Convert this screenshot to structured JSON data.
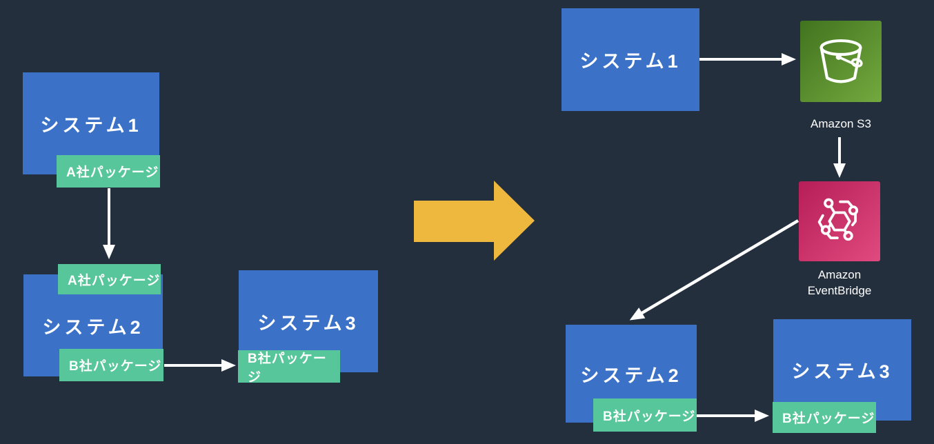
{
  "title": "パッケージ連携のアーキテクチャ変更図（Before/After）",
  "colors": {
    "background": "#242f3e",
    "box_blue": "#3b72c8",
    "label_green": "#57c69a",
    "arrow_white": "#ffffff",
    "transform_arrow_yellow": "#eeb83e",
    "s3_gradient_start": "#41731f",
    "s3_gradient_end": "#73a93e",
    "eventbridge_gradient_start": "#b51e57",
    "eventbridge_gradient_end": "#e04a7e"
  },
  "before": {
    "system1": {
      "label": "システム1",
      "package": "A社パッケージ"
    },
    "system2": {
      "label": "システム2",
      "package_top": "A社パッケージ",
      "package_bottom": "B社パッケージ"
    },
    "system3": {
      "label": "システム3",
      "package": "B社パッケージ"
    }
  },
  "after": {
    "system1": {
      "label": "システム1"
    },
    "s3": {
      "label": "Amazon S3",
      "icon": "s3-bucket-icon"
    },
    "eventbridge": {
      "label_line1": "Amazon",
      "label_line2": "EventBridge",
      "icon": "eventbridge-icon"
    },
    "system2": {
      "label": "システム2",
      "package": "B社パッケージ"
    },
    "system3": {
      "label": "システム3",
      "package": "B社パッケージ"
    }
  }
}
